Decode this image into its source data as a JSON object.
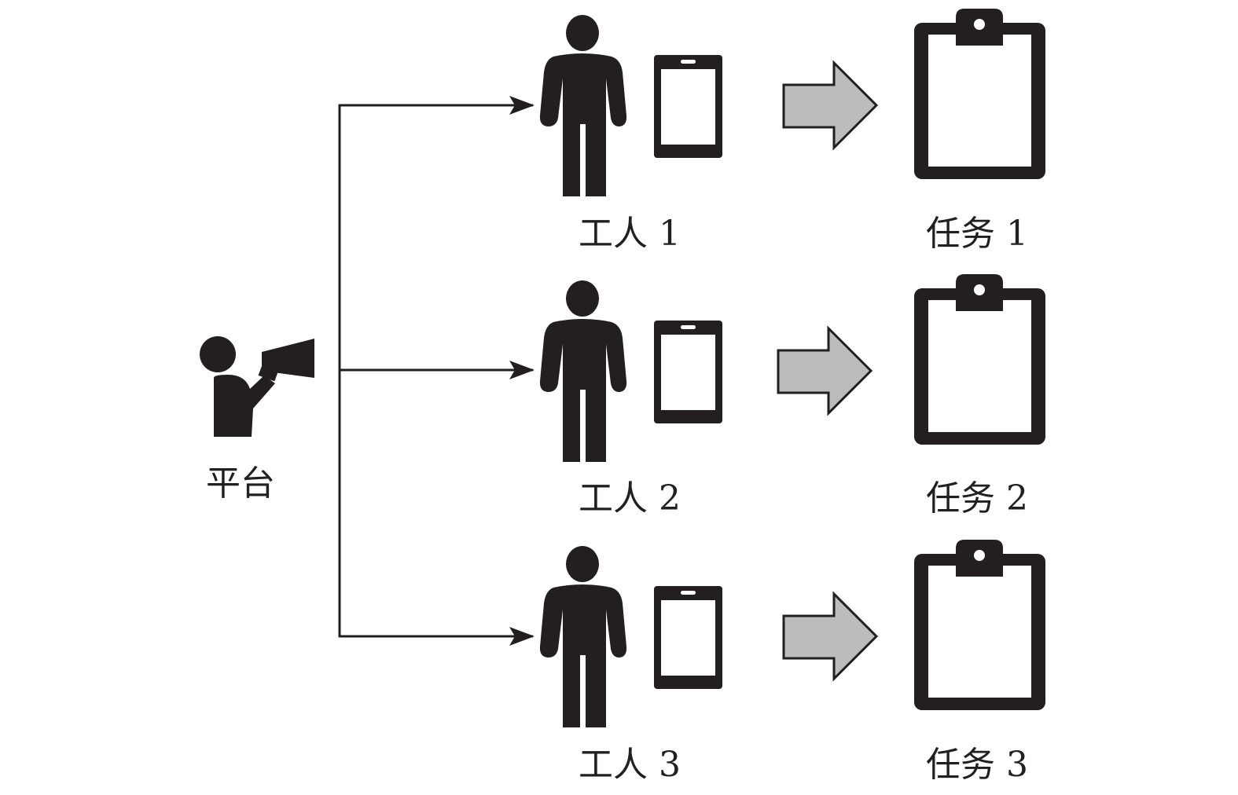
{
  "diagram": {
    "type": "crowdsourcing-task-assignment",
    "platform": {
      "label": "平台",
      "icon": "person-with-megaphone-icon"
    },
    "workers": [
      {
        "label": "工人 1",
        "icon": "person-icon",
        "device": "smartphone-icon"
      },
      {
        "label": "工人 2",
        "icon": "person-icon",
        "device": "smartphone-icon"
      },
      {
        "label": "工人 3",
        "icon": "person-icon",
        "device": "smartphone-icon"
      }
    ],
    "tasks": [
      {
        "label": "任务 1",
        "icon": "clipboard-icon"
      },
      {
        "label": "任务 2",
        "icon": "clipboard-icon"
      },
      {
        "label": "任务 3",
        "icon": "clipboard-icon"
      }
    ],
    "edges": [
      {
        "from": "平台",
        "to": "工人 1"
      },
      {
        "from": "平台",
        "to": "工人 2"
      },
      {
        "from": "平台",
        "to": "工人 3"
      },
      {
        "from": "工人 1",
        "to": "任务 1"
      },
      {
        "from": "工人 2",
        "to": "任务 2"
      },
      {
        "from": "工人 3",
        "to": "任务 3"
      }
    ],
    "colors": {
      "ink": "#231f20",
      "arrow_fill": "#bcbcbc",
      "background": "#ffffff"
    }
  }
}
